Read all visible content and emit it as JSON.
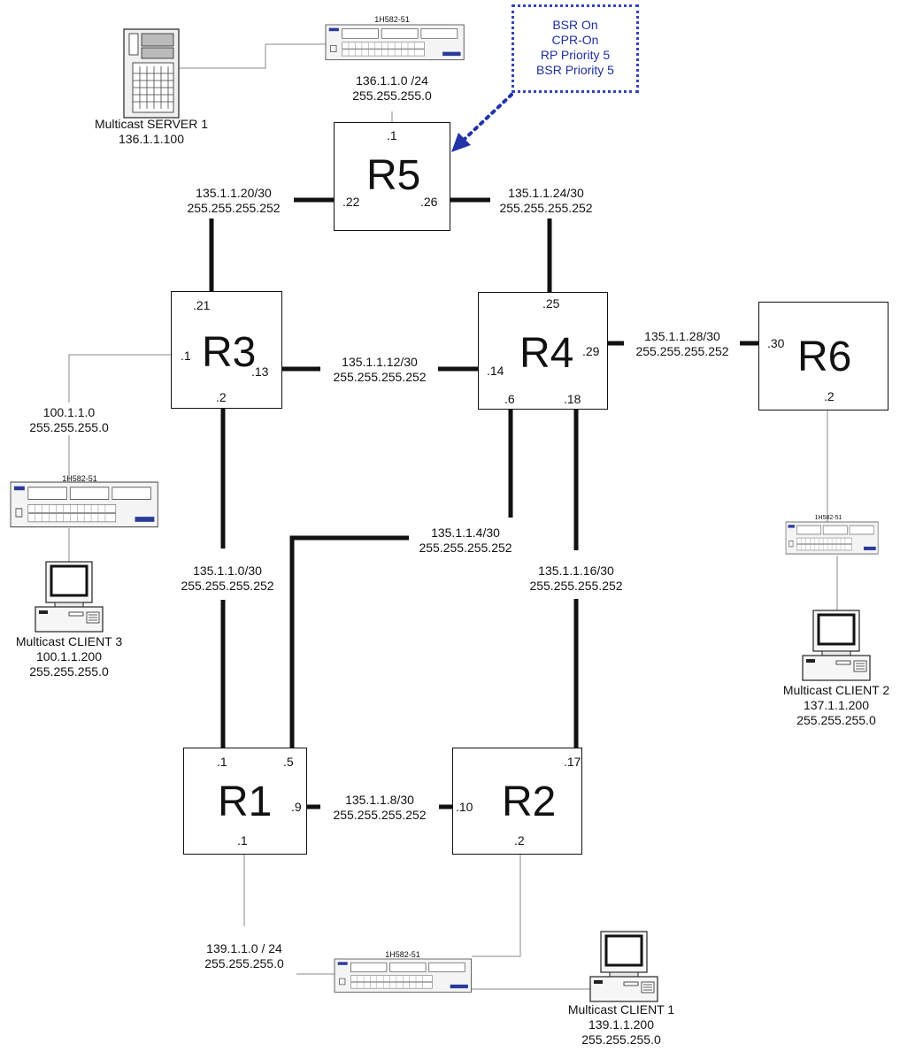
{
  "note": {
    "lines": [
      "BSR On",
      "CPR-On",
      "RP Priority 5",
      "BSR Priority 5"
    ],
    "color": "#1f2f9e"
  },
  "routers": {
    "r5": {
      "name": "R5",
      "if_top": ".1",
      "if_left": ".22",
      "if_right": ".26"
    },
    "r3": {
      "name": "R3",
      "if_top": ".21",
      "if_left": ".1",
      "if_right": ".13",
      "if_bottom": ".2"
    },
    "r4": {
      "name": "R4",
      "if_top": ".25",
      "if_left": ".14",
      "if_right": ".29",
      "if_b1": ".6",
      "if_b2": ".18"
    },
    "r6": {
      "name": "R6",
      "if_left": ".30",
      "if_bottom": ".2"
    },
    "r1": {
      "name": "R1",
      "if_top1": ".1",
      "if_top2": ".5",
      "if_right": ".9",
      "if_bottom": ".1"
    },
    "r2": {
      "name": "R2",
      "if_top": ".17",
      "if_left": ".10",
      "if_bottom": ".2"
    }
  },
  "links": {
    "r5_lan": {
      "net": "136.1.1.0 /24",
      "mask": "255.255.255.0"
    },
    "r5_r3": {
      "net": "135.1.1.20/30",
      "mask": "255.255.255.252"
    },
    "r5_r4": {
      "net": "135.1.1.24/30",
      "mask": "255.255.255.252"
    },
    "r3_r4": {
      "net": "135.1.1.12/30",
      "mask": "255.255.255.252"
    },
    "r4_r6": {
      "net": "135.1.1.28/30",
      "mask": "255.255.255.252"
    },
    "r3_lan": {
      "net": "100.1.1.0",
      "mask": "255.255.255.0"
    },
    "r3_r1": {
      "net": "135.1.1.0/30",
      "mask": "255.255.255.252"
    },
    "r4_r1": {
      "net": "135.1.1.4/30",
      "mask": "255.255.255.252"
    },
    "r4_r2": {
      "net": "135.1.1.16/30",
      "mask": "255.255.255.252"
    },
    "r1_r2": {
      "net": "135.1.1.8/30",
      "mask": "255.255.255.252"
    },
    "r1_lan": {
      "net": "139.1.1.0 / 24",
      "mask": "255.255.255.0"
    }
  },
  "switches": {
    "label": "1H582-51"
  },
  "hosts": {
    "server1": {
      "name": "Multicast SERVER 1",
      "ip": "136.1.1.100"
    },
    "client3": {
      "name": "Multicast CLIENT 3",
      "ip": "100.1.1.200",
      "mask": "255.255.255.0"
    },
    "client2": {
      "name": "Multicast CLIENT 2",
      "ip": "137.1.1.200",
      "mask": "255.255.255.0"
    },
    "client1": {
      "name": "Multicast CLIENT 1",
      "ip": "139.1.1.200",
      "mask": "255.255.255.0"
    }
  }
}
